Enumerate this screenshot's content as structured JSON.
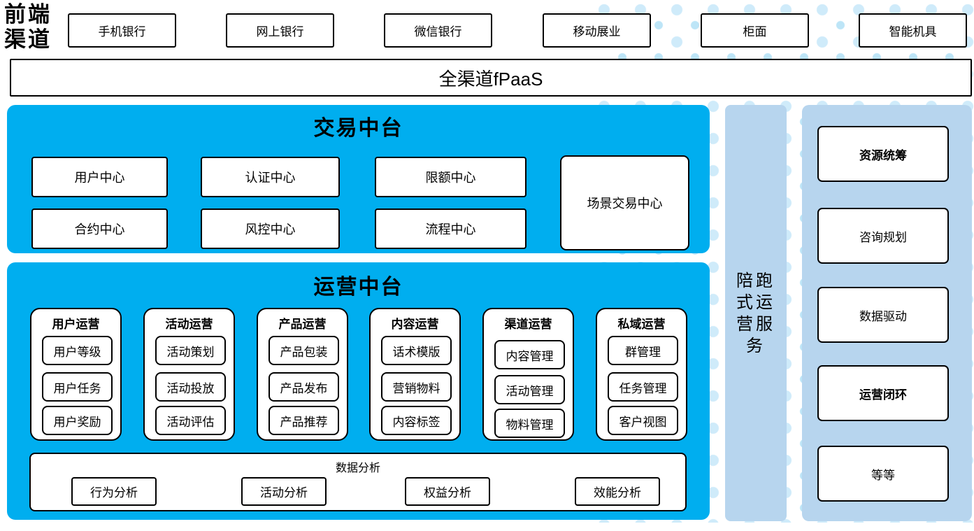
{
  "colors": {
    "accent_blue": "#00AEEF",
    "light_blue": "#B7D5EE",
    "dot_blue": "#CFEBFA",
    "box_border": "#000000"
  },
  "front_channels": {
    "label": "前端渠道",
    "items": [
      "手机银行",
      "网上银行",
      "微信银行",
      "移动展业",
      "柜面",
      "智能机具"
    ]
  },
  "fpaas": {
    "label": "全渠道fPaaS"
  },
  "transaction": {
    "title": "交易中台",
    "centers": [
      "用户中心",
      "认证中心",
      "限额中心",
      "合约中心",
      "风控中心",
      "流程中心"
    ],
    "scene_center": "场景交易中心"
  },
  "operation": {
    "title": "运营中台",
    "columns": [
      {
        "header": "用户运营",
        "items": [
          "用户等级",
          "用户任务",
          "用户奖励"
        ]
      },
      {
        "header": "活动运营",
        "items": [
          "活动策划",
          "活动投放",
          "活动评估"
        ]
      },
      {
        "header": "产品运营",
        "items": [
          "产品包装",
          "产品发布",
          "产品推荐"
        ]
      },
      {
        "header": "内容运营",
        "items": [
          "话术模版",
          "营销物料",
          "内容标签"
        ]
      },
      {
        "header": "渠道运营",
        "items": [
          "内容管理",
          "活动管理",
          "物料管理"
        ]
      },
      {
        "header": "私域运营",
        "items": [
          "群管理",
          "任务管理",
          "客户视图"
        ]
      }
    ],
    "data_analysis": {
      "title": "数据分析",
      "items": [
        "行为分析",
        "活动分析",
        "权益分析",
        "效能分析"
      ]
    }
  },
  "accompany_strip": {
    "label": "陪跑式运营服务"
  },
  "service_panel": {
    "items": [
      {
        "label": "资源统筹",
        "bold": true
      },
      {
        "label": "咨询规划",
        "bold": false
      },
      {
        "label": "数据驱动",
        "bold": false
      },
      {
        "label": "运营闭环",
        "bold": true
      },
      {
        "label": "等等",
        "bold": false
      }
    ]
  }
}
